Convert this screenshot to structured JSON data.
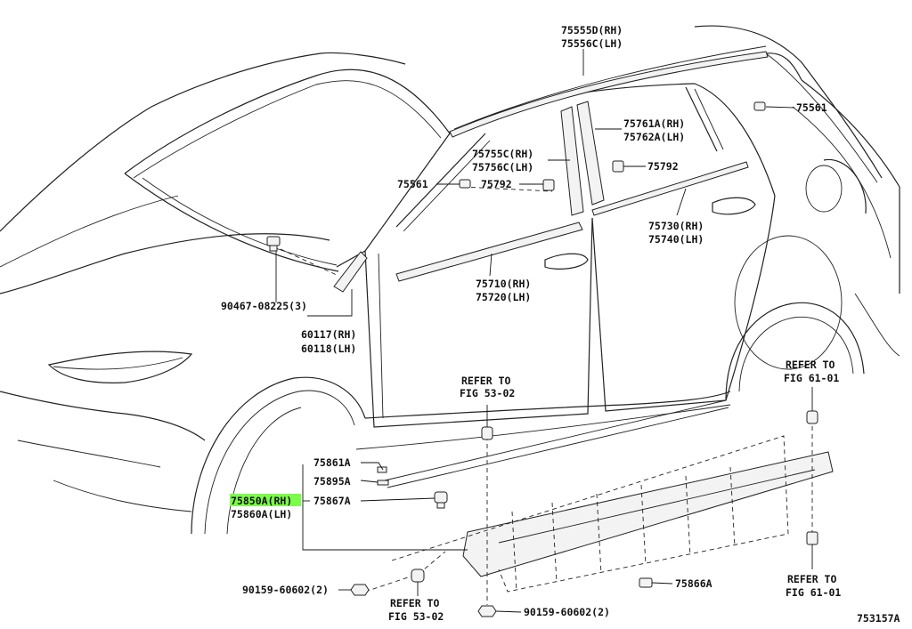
{
  "diagram_code": "753157A",
  "highlight_color": "#7CFC4A",
  "labels": {
    "p75555d": "75555D(RH)",
    "p75556c": "75556C(LH)",
    "p75561_top": "75561",
    "p75761a": "75761A(RH)",
    "p75762a": "75762A(LH)",
    "p75755c": "75755C(RH)",
    "p75756c": "75756C(LH)",
    "p75561_mid": "75561",
    "p75792_left": "75792",
    "p75792_right": "75792",
    "p75730": "75730(RH)",
    "p75740": "75740(LH)",
    "p75710": "75710(RH)",
    "p75720": "75720(LH)",
    "p90467": "90467-08225(3)",
    "p60117": "60117(RH)",
    "p60118": "60118(LH)",
    "refer_53_top_1": "REFER TO",
    "refer_53_top_2": "FIG 53-02",
    "refer_61_top_1": "REFER TO",
    "refer_61_top_2": "FIG 61-01",
    "p75861a": "75861A",
    "p75895a": "75895A",
    "p75850a": "75850A(RH)",
    "p75860a": "75860A(LH)",
    "p75867a": "75867A",
    "p75866a": "75866A",
    "p90159_left": "90159-60602(2)",
    "p90159_bottom": "90159-60602(2)",
    "refer_53_bot_1": "REFER TO",
    "refer_53_bot_2": "FIG 53-02",
    "refer_61_bot_1": "REFER TO",
    "refer_61_bot_2": "FIG 61-01"
  }
}
